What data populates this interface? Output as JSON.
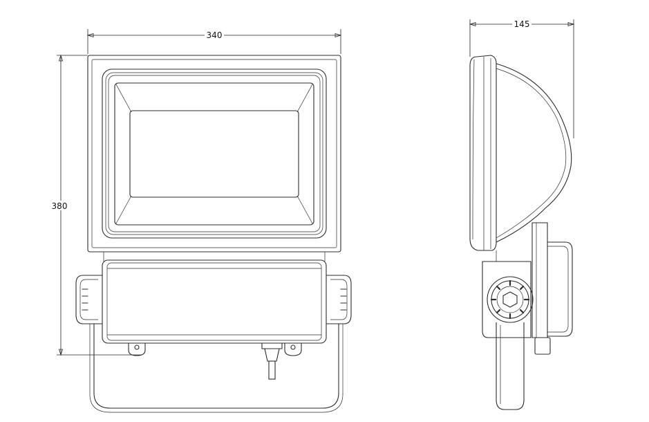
{
  "dimensions": {
    "width": "340",
    "height": "380",
    "depth": "145"
  }
}
